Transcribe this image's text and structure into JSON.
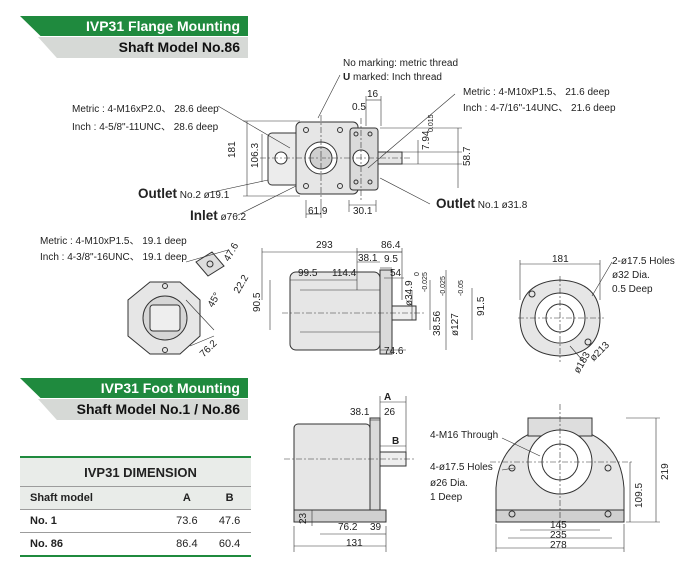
{
  "banner1": {
    "title": "IVP31 Flange Mounting",
    "subtitle": "Shaft Model No.86"
  },
  "banner2": {
    "title": "IVP31 Foot Mounting",
    "subtitle": "Shaft Model No.1 / No.86"
  },
  "flange_view": {
    "no_marking": "No marking: metric thread",
    "u_letter": "U",
    "u_marked": "marked: Inch thread",
    "metric_left": "Metric : 4-M16xP2.0、 28.6 deep",
    "inch_left": "Inch : 4-5/8\"-11UNC、 28.6 deep",
    "metric_right": "Metric : 4-M10xP1.5、 21.6 deep",
    "inch_right": "Inch : 4-7/16\"-14UNC、 21.6 deep",
    "outlet2_label": "Outlet",
    "outlet2_val": "No.2 ø19.1",
    "inlet_label": "Inlet",
    "inlet_val": "ø76.2",
    "outlet1_label": "Outlet",
    "outlet1_val": "No.1 ø31.8",
    "d181": "181",
    "d106": "106.3",
    "d61": "61.9",
    "d30": "30.1",
    "d16": "16",
    "d05": "0.5",
    "d794": "7.94",
    "d0015": "0.015",
    "d587": "58.7"
  },
  "side_view": {
    "metric": "Metric : 4-M10xP1.5、 19.1 deep",
    "inch": "Inch : 4-3/8\"-16UNC、 19.1 deep",
    "d476": "47.6",
    "d222": "22.2",
    "d45": "45°",
    "d762": "76.2",
    "d293": "293",
    "d864": "86.4",
    "d381": "38.1",
    "d95": "9.5",
    "d995": "99.5",
    "d1144": "114.4",
    "d54": "54",
    "d905": "90.5",
    "d349": "ø34.9",
    "d0025": "0",
    "d0025b": "-0.025",
    "d3856": "38.56",
    "d0025c": "-0.025",
    "d127": "ø127",
    "d005": "-0.05",
    "d915": "91.5",
    "d746": "74.6"
  },
  "end_view": {
    "d181": "181",
    "holes": "2-ø17.5 Holes",
    "dia": "ø32 Dia.",
    "deep": "0.5 Deep",
    "d213": "ø213",
    "d183": "ø183"
  },
  "foot_view": {
    "dA": "A",
    "dB": "B",
    "d381": "38.1",
    "d26": "26",
    "d23": "23",
    "d762": "76.2",
    "d39": "39",
    "d131": "131",
    "through": "4-M16 Through",
    "holes": "4-ø17.5 Holes",
    "dia": "ø26 Dia.",
    "deep": "1 Deep",
    "d145": "145",
    "d235": "235",
    "d278": "278",
    "d1095": "109.5",
    "d219": "219"
  },
  "table": {
    "title": "IVP31 DIMENSION",
    "headers": [
      "Shaft model",
      "A",
      "B"
    ],
    "rows": [
      [
        "No. 1",
        "73.6",
        "47.6"
      ],
      [
        "No. 86",
        "86.4",
        "60.4"
      ]
    ]
  }
}
